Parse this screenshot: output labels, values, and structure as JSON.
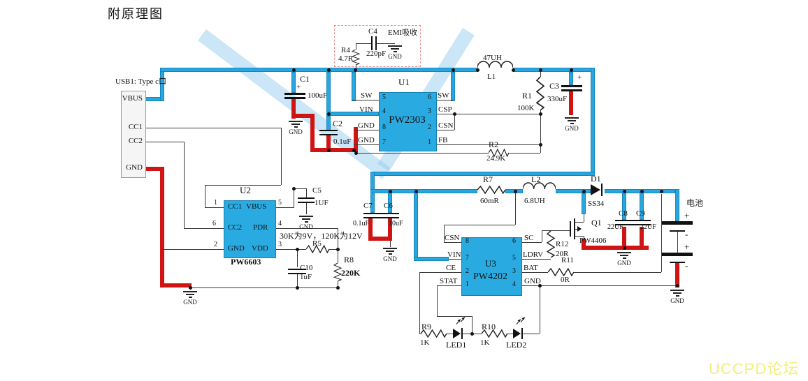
{
  "title": "附原理图",
  "watermark": "UCCPD论坛",
  "labels": {
    "gnd": "GND",
    "battery": "电池",
    "emi_note": "EMI吸收",
    "r5_note": "30K为9V，120K为12V",
    "plus": "+",
    "minus": "-"
  },
  "usb": {
    "ref": "USB1: Type c口",
    "pins": {
      "vbus": "VBUS",
      "cc1": "CC1",
      "cc2": "CC2",
      "gnd": "GND"
    }
  },
  "chips": {
    "u1": {
      "ref": "U1",
      "part": "PW2303",
      "pins": {
        "sw_l": {
          "name": "SW",
          "num": "5"
        },
        "vin": {
          "name": "VIN",
          "num": "4"
        },
        "gnd8": {
          "name": "GND",
          "num": "8"
        },
        "gnd7": {
          "name": "GND",
          "num": "7"
        },
        "sw_r": {
          "name": "SW",
          "num": "6"
        },
        "csp": {
          "name": "CSP",
          "num": "3"
        },
        "csn": {
          "name": "CSN",
          "num": "2"
        },
        "fb": {
          "name": "FB",
          "num": "1"
        }
      }
    },
    "u2": {
      "ref": "U2",
      "part": "PW6603",
      "pins": {
        "cc1": {
          "name": "CC1",
          "num": "1"
        },
        "cc2": {
          "name": "CC2",
          "num": "6"
        },
        "gnd": {
          "name": "GND",
          "num": "2"
        },
        "vbus": {
          "name": "VBUS",
          "num": "5"
        },
        "pdr": {
          "name": "PDR",
          "num": "4"
        },
        "vdd": {
          "name": "VDD",
          "num": "3"
        }
      }
    },
    "u3": {
      "ref": "U3",
      "part": "PW4202",
      "pins": {
        "csn": {
          "name": "CSN",
          "num": "8"
        },
        "vin": {
          "name": "VIN",
          "num": "7"
        },
        "ce": {
          "name": "CE",
          "num": "2"
        },
        "stat": {
          "name": "STAT",
          "num": "1"
        },
        "sc": {
          "name": "SC",
          "num": "6"
        },
        "ldrv": {
          "name": "LDRV",
          "num": "5"
        },
        "bat": {
          "name": "BAT",
          "num": "3"
        },
        "gnd": {
          "name": "GND",
          "num": "4"
        }
      }
    }
  },
  "components": {
    "r1": {
      "ref": "R1",
      "value": "100K"
    },
    "r2": {
      "ref": "R2",
      "value": "24.9K"
    },
    "r4": {
      "ref": "R4",
      "value": "4.7R"
    },
    "r5": {
      "ref": "R5"
    },
    "r7": {
      "ref": "R7",
      "value": "60mR"
    },
    "r8": {
      "ref": "R8",
      "value": "220K"
    },
    "r9": {
      "ref": "R9",
      "value": "1K"
    },
    "r10": {
      "ref": "R10",
      "value": "1K"
    },
    "r11": {
      "ref": "R11",
      "value": "0R"
    },
    "r12": {
      "ref": "R12",
      "value": "20R"
    },
    "c1": {
      "ref": "C1",
      "value": "100uF"
    },
    "c2": {
      "ref": "C2",
      "value": "0.1uF"
    },
    "c3": {
      "ref": "C3",
      "value": "330uF"
    },
    "c4": {
      "ref": "C4",
      "value": "220pF"
    },
    "c5": {
      "ref": "C5",
      "value": "1UF"
    },
    "c6": {
      "ref": "C6",
      "value": "10uF"
    },
    "c7": {
      "ref": "C7",
      "value": "0.1uF"
    },
    "c8": {
      "ref": "C8",
      "value": "22UF"
    },
    "c9": {
      "ref": "C9",
      "value": "22UF"
    },
    "c10": {
      "ref": "C10",
      "value": "1uF"
    },
    "l1": {
      "ref": "L1",
      "value": "47UH"
    },
    "l2": {
      "ref": "L2",
      "value": "6.8UH"
    },
    "d1": {
      "ref": "D1",
      "value": "SS34"
    },
    "q1": {
      "ref": "Q1",
      "value": "PW4406"
    },
    "led1": {
      "ref": "LED1"
    },
    "led2": {
      "ref": "LED2"
    }
  }
}
